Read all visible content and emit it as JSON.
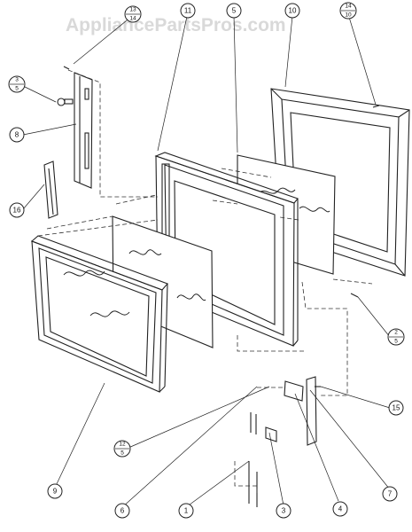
{
  "watermark": "AppliancePartsPros.com",
  "callouts": {
    "c1": "1",
    "c3": "3",
    "c4": "4",
    "c5": "5",
    "c6": "6",
    "c7": "7",
    "c8": "8",
    "c9": "9",
    "c10": "10",
    "c11": "11",
    "c15": "15",
    "c16": "16",
    "f13_14_top": "13",
    "f13_14_bot": "14",
    "f14_10_top": "14",
    "f14_10_bot": "10",
    "f3_5_top": "3",
    "f3_5_bot": "5",
    "f2_5_top": "2",
    "f2_5_bot": "5",
    "f12_5_top": "12",
    "f12_5_bot": "5"
  }
}
